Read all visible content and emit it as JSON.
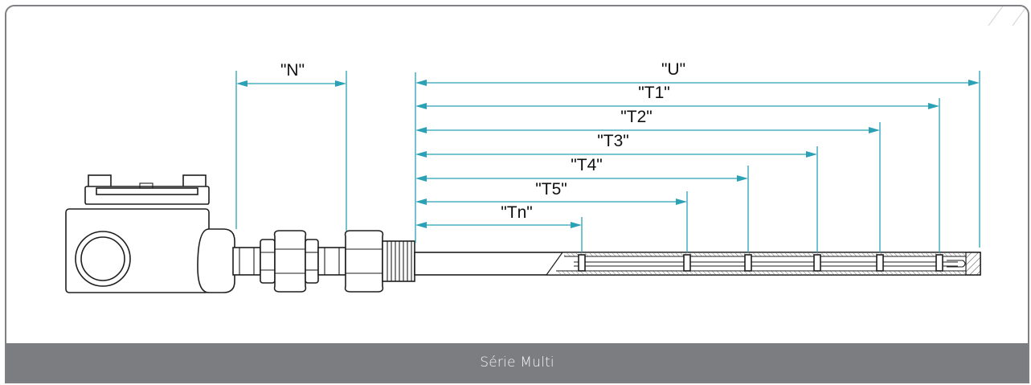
{
  "dimensions": {
    "n": "\"N\"",
    "u": "\"U\"",
    "t1": "\"T1\"",
    "t2": "\"T2\"",
    "t3": "\"T3\"",
    "t4": "\"T4\"",
    "t5": "\"T5\"",
    "tn": "\"Tn\""
  },
  "caption": "Série Multi",
  "colors": {
    "frame": "#7f8083",
    "footer_bg": "#7c7d80",
    "footer_text": "#f4f4f4",
    "dimension_line": "#2ba1b5",
    "outline": "#1e1e1e"
  }
}
